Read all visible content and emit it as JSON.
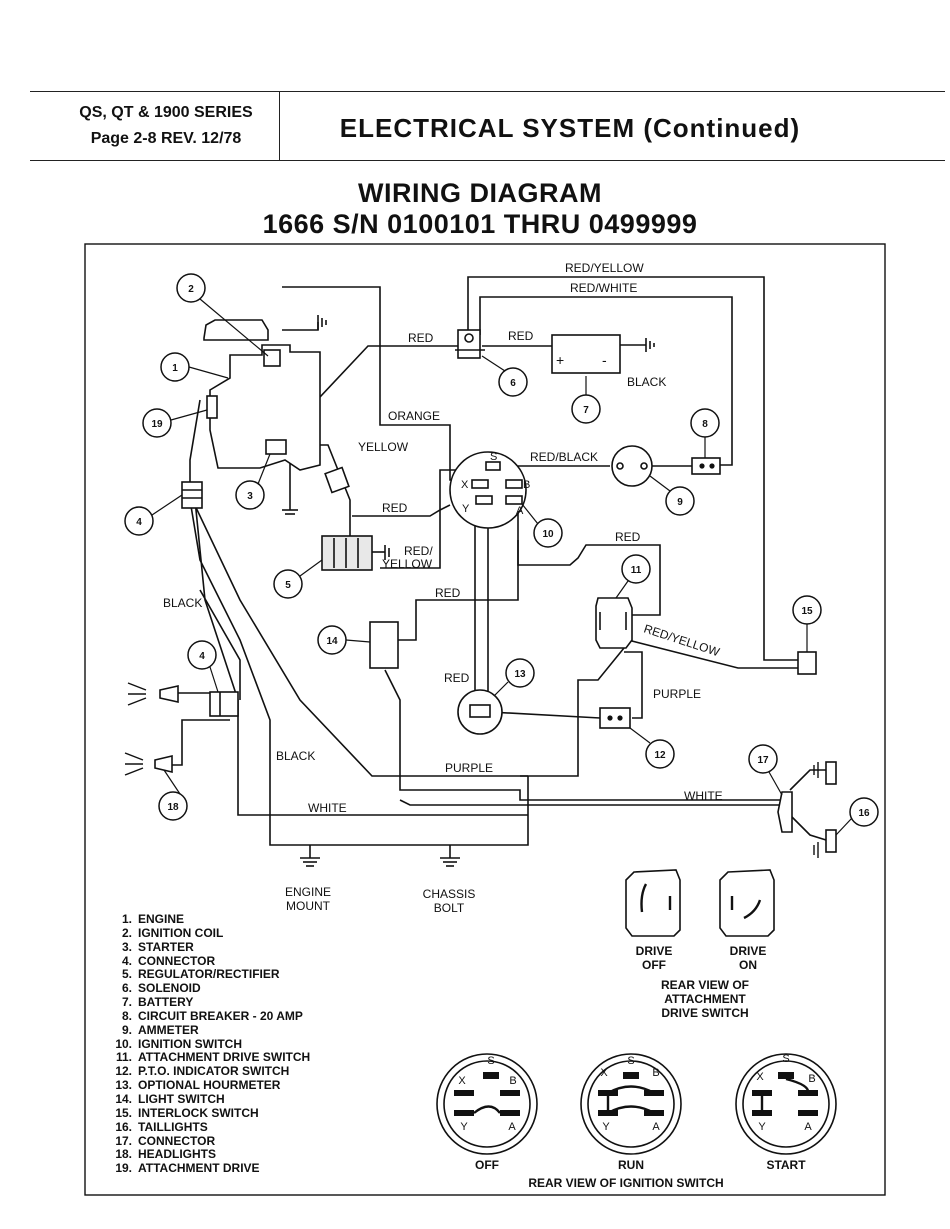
{
  "header": {
    "series": "QS, QT & 1900 SERIES",
    "page_rev": "Page 2-8 REV. 12/78",
    "section_title": "ELECTRICAL SYSTEM (Continued)"
  },
  "title": {
    "line1": "WIRING DIAGRAM",
    "line2": "1666 S/N 0100101 THRU 0499999"
  },
  "wire_labels": {
    "red_yellow_top": "RED/YELLOW",
    "red_white": "RED/WHITE",
    "red_solenoid_left": "RED",
    "red_solenoid_right": "RED",
    "black_battery": "BLACK",
    "orange": "ORANGE",
    "yellow": "YELLOW",
    "red_black": "RED/BLACK",
    "red_regulator": "RED",
    "red_yellow_reg_1": "RED/",
    "red_yellow_reg_2": "YELLOW",
    "red_attach": "RED",
    "red_light": "RED",
    "black_left": "BLACK",
    "red_yellow_interlock": "RED/YELLOW",
    "red_hourmeter": "RED",
    "purple_right": "PURPLE",
    "black_lower": "BLACK",
    "purple_lower": "PURPLE",
    "white_right": "WHITE",
    "white_lower": "WHITE"
  },
  "terminals": {
    "s": "S",
    "x": "X",
    "b": "B",
    "y": "Y",
    "a": "A",
    "plus": "+",
    "minus": "-"
  },
  "callouts": [
    "1",
    "2",
    "3",
    "4",
    "4",
    "5",
    "6",
    "7",
    "8",
    "9",
    "10",
    "11",
    "12",
    "13",
    "14",
    "15",
    "16",
    "17",
    "18",
    "19"
  ],
  "grounds": {
    "engine_mount_1": "ENGINE",
    "engine_mount_2": "MOUNT",
    "chassis_bolt_1": "CHASSIS",
    "chassis_bolt_2": "BOLT"
  },
  "legend": [
    {
      "num": "1.",
      "label": "ENGINE"
    },
    {
      "num": "2.",
      "label": "IGNITION COIL"
    },
    {
      "num": "3.",
      "label": "STARTER"
    },
    {
      "num": "4.",
      "label": "CONNECTOR"
    },
    {
      "num": "5.",
      "label": "REGULATOR/RECTIFIER"
    },
    {
      "num": "6.",
      "label": "SOLENOID"
    },
    {
      "num": "7.",
      "label": "BATTERY"
    },
    {
      "num": "8.",
      "label": "CIRCUIT BREAKER - 20 AMP"
    },
    {
      "num": "9.",
      "label": "AMMETER"
    },
    {
      "num": "10.",
      "label": "IGNITION SWITCH"
    },
    {
      "num": "11.",
      "label": "ATTACHMENT DRIVE SWITCH"
    },
    {
      "num": "12.",
      "label": "P.T.O. INDICATOR SWITCH"
    },
    {
      "num": "13.",
      "label": "OPTIONAL HOURMETER"
    },
    {
      "num": "14.",
      "label": "LIGHT SWITCH"
    },
    {
      "num": "15.",
      "label": "INTERLOCK SWITCH"
    },
    {
      "num": "16.",
      "label": "TAILLIGHTS"
    },
    {
      "num": "17.",
      "label": "CONNECTOR"
    },
    {
      "num": "18.",
      "label": "HEADLIGHTS"
    },
    {
      "num": "19.",
      "label": "ATTACHMENT DRIVE"
    }
  ],
  "drive_switch": {
    "off_1": "DRIVE",
    "off_2": "OFF",
    "on_1": "DRIVE",
    "on_2": "ON",
    "caption_1": "REAR VIEW OF",
    "caption_2": "ATTACHMENT",
    "caption_3": "DRIVE SWITCH"
  },
  "ignition_views": {
    "off": "OFF",
    "run": "RUN",
    "start": "START",
    "caption": "REAR VIEW OF IGNITION SWITCH"
  }
}
